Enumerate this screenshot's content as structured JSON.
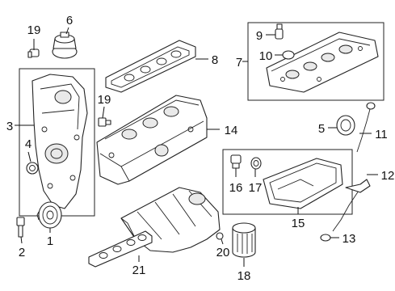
{
  "diagram": {
    "callouts": [
      "1",
      "2",
      "3",
      "4",
      "5",
      "6",
      "7",
      "8",
      "9",
      "10",
      "11",
      "12",
      "13",
      "14",
      "15",
      "16",
      "17",
      "18",
      "19",
      "19",
      "20",
      "21"
    ]
  }
}
